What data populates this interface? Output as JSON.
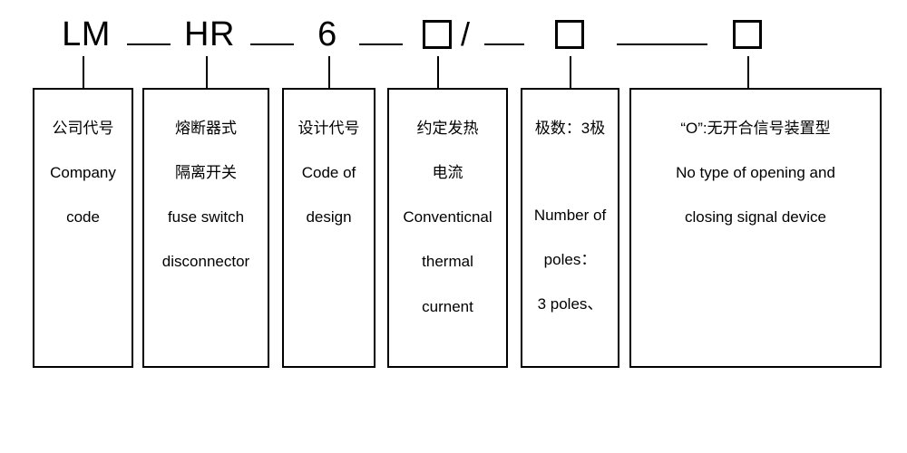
{
  "diagram": {
    "title_code": "LM—HR—6—□/—□——□",
    "code_line": {
      "tokens": [
        {
          "name": "company-code-token",
          "text": "LM"
        },
        {
          "name": "design-series-token",
          "text": "HR"
        },
        {
          "name": "design-number-token",
          "text": "6"
        }
      ],
      "slash": "/",
      "squares": [
        {
          "name": "thermal-current-placeholder"
        },
        {
          "name": "poles-placeholder"
        },
        {
          "name": "signal-device-placeholder"
        }
      ]
    },
    "boxes": [
      {
        "name": "company-code-box",
        "cn_lines": [
          "公司代号"
        ],
        "en_lines": [
          "Company",
          "code"
        ]
      },
      {
        "name": "fuse-switch-disconnector-box",
        "cn_lines": [
          "熔断器式",
          "隔离开关"
        ],
        "en_lines": [
          "fuse switch",
          "disconnector"
        ]
      },
      {
        "name": "code-of-design-box",
        "cn_lines": [
          "设计代号"
        ],
        "en_lines": [
          "Code of",
          "design"
        ]
      },
      {
        "name": "conventional-thermal-current-box",
        "cn_lines": [
          "约定发热",
          "电流"
        ],
        "en_lines": [
          "Conventicnal",
          "thermal",
          "curnent"
        ]
      },
      {
        "name": "number-of-poles-box",
        "cn_lines": [
          "极数：3极"
        ],
        "en_lines": [
          "Number of",
          "poles：",
          "3 poles、"
        ]
      },
      {
        "name": "signal-device-type-box",
        "cn_lines": [
          "“O”:无开合信号装置型"
        ],
        "en_lines": [
          "No type of opening and",
          "closing signal device"
        ]
      }
    ],
    "colors": {
      "line": "#000000",
      "background": "#ffffff",
      "text": "#000000"
    }
  }
}
